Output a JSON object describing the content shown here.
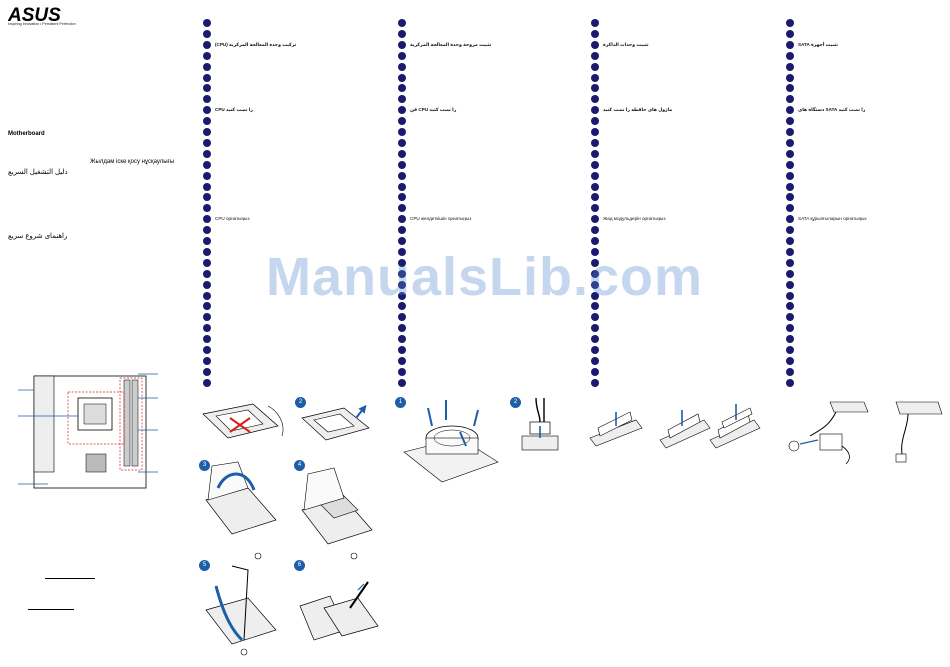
{
  "brand": {
    "logo": "ASUS",
    "tagline": "Inspiring Innovation • Persistent Perfection"
  },
  "left": {
    "section_title": "Motherboard",
    "ru_title": "Жылдам іске қосу нұсқаулығы",
    "ar_title": "دليل التشغيل السريع",
    "fa_title": "راهنمای شروع سریع"
  },
  "columns": [
    {
      "headings": [
        {
          "row": 2,
          "text": "(CPU) تركيب وحدة المعالجة المركزية"
        },
        {
          "row": 8,
          "text": "CPU را نصب کنید"
        },
        {
          "row": 18,
          "text": "CPU орнатыңыз"
        }
      ]
    },
    {
      "headings": [
        {
          "row": 2,
          "text": "تثبيت مروحة وحدة المعالجة المركزية"
        },
        {
          "row": 8,
          "text": "فن CPU را نصب کنید"
        },
        {
          "row": 18,
          "text": "CPU желдеткішін орнатыңыз"
        }
      ]
    },
    {
      "headings": [
        {
          "row": 2,
          "text": "تثبيت وحدات الذاكرة"
        },
        {
          "row": 8,
          "text": "ماژول های حافظه را نصب کنید"
        },
        {
          "row": 18,
          "text": "Жад модульдерін орнатыңыз"
        }
      ]
    },
    {
      "headings": [
        {
          "row": 2,
          "text": "SATA تثبيت أجهزة"
        },
        {
          "row": 8,
          "text": "دستگاه های SATA را نصب کنید"
        },
        {
          "row": 18,
          "text": "SATA құрылғыларын орнатыңыз"
        }
      ]
    }
  ],
  "watermark": "ManualsLib.com",
  "steps": {
    "s2": "2",
    "s3": "3",
    "s4": "4",
    "s5": "5",
    "s6": "6",
    "fan1": "1",
    "fan2": "2"
  },
  "colors": {
    "accent": "#1d5ea8",
    "bullet": "#1a1a6e",
    "red": "#d62020"
  }
}
